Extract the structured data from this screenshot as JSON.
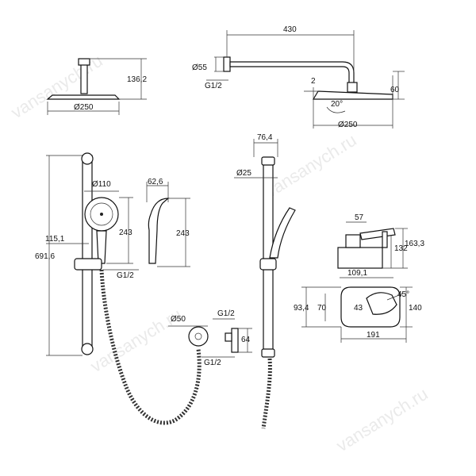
{
  "watermark": "vansanych.ru",
  "dimensions": {
    "arm_length": "430",
    "flange_dia": "Ø55",
    "thread_top": "G1/2",
    "head_height_small": "136,2",
    "head_dia_small": "Ø250",
    "head_thickness": "2",
    "head_drop": "60",
    "head_angle": "20°",
    "head_dia_right": "Ø250",
    "rail_width": "76,4",
    "rail_dia": "Ø25",
    "handshower_dia": "Ø110",
    "handshower_thickness": "62,6",
    "handshower_len_front": "243",
    "handshower_len_side": "243",
    "rail_offset": "115,1",
    "rail_height": "691,6",
    "thread_hand": "G1/2",
    "elbow_dia": "Ø50",
    "thread_elbow_top": "G1/2",
    "elbow_depth": "64",
    "thread_elbow_bottom": "G1/2",
    "mixer_handle": "57",
    "mixer_height_total": "163,3",
    "mixer_height_box": "132",
    "mixer_width_top": "109,1",
    "mixer_angle": "45°",
    "mixer_plate_h": "93,4",
    "mixer_plate_inner": "70",
    "mixer_center": "43",
    "mixer_plate_w": "140",
    "mixer_plate_total": "191"
  }
}
